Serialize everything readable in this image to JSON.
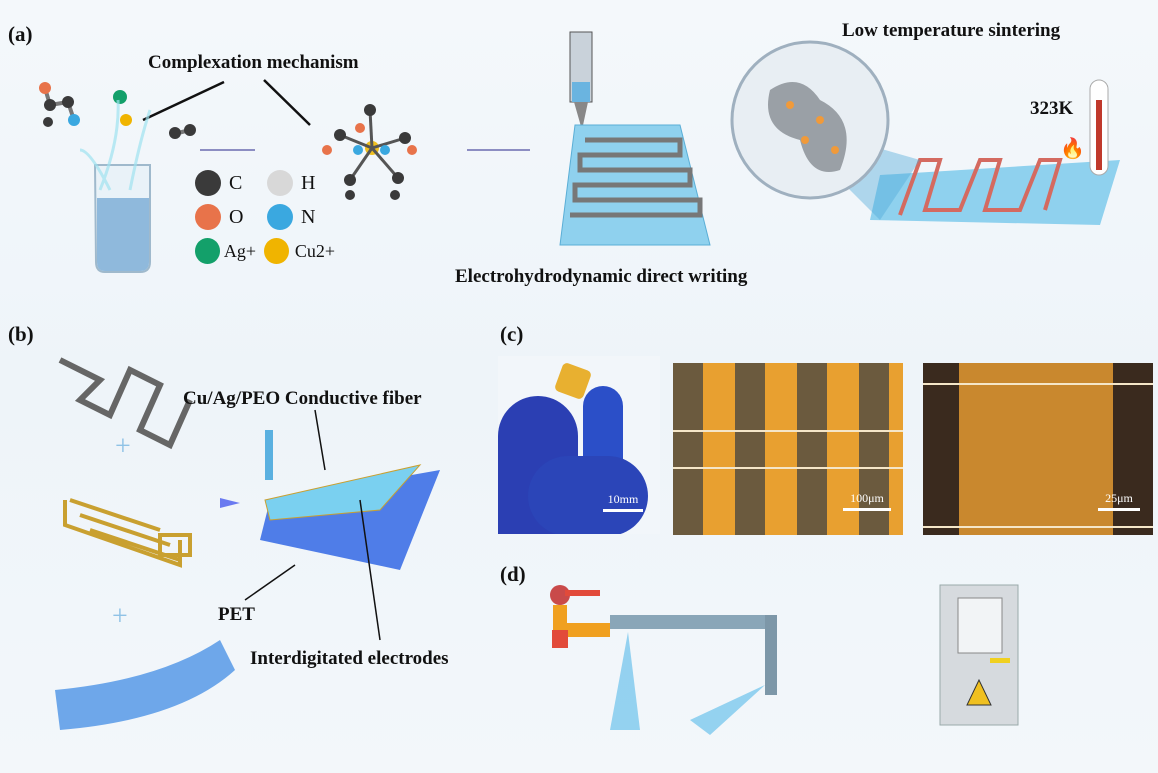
{
  "panels": {
    "a": {
      "label": "(a)",
      "complexation": "Complexation mechanism",
      "ehd": "Electrohydrodynamic direct writing",
      "sintering": "Low temperature sintering",
      "temperature": "323K",
      "legend": [
        {
          "symbol": "C",
          "color": "#3a3a3a"
        },
        {
          "symbol": "H",
          "color": "#d8d8d8"
        },
        {
          "symbol": "O",
          "color": "#e8734a"
        },
        {
          "symbol": "N",
          "color": "#3aa8e0"
        },
        {
          "symbol": "Ag+",
          "color": "#13a06a"
        },
        {
          "symbol": "Cu2+",
          "color": "#f0b400"
        }
      ]
    },
    "b": {
      "label": "(b)",
      "fiber": "Cu/Ag/PEO Conductive fiber",
      "pet": "PET",
      "electrodes": "Interdigitated electrodes"
    },
    "c": {
      "label": "(c)",
      "scale1": "10mm",
      "scale2": "100μm",
      "scale3": "25μm"
    },
    "d": {
      "label": "(d)"
    }
  }
}
